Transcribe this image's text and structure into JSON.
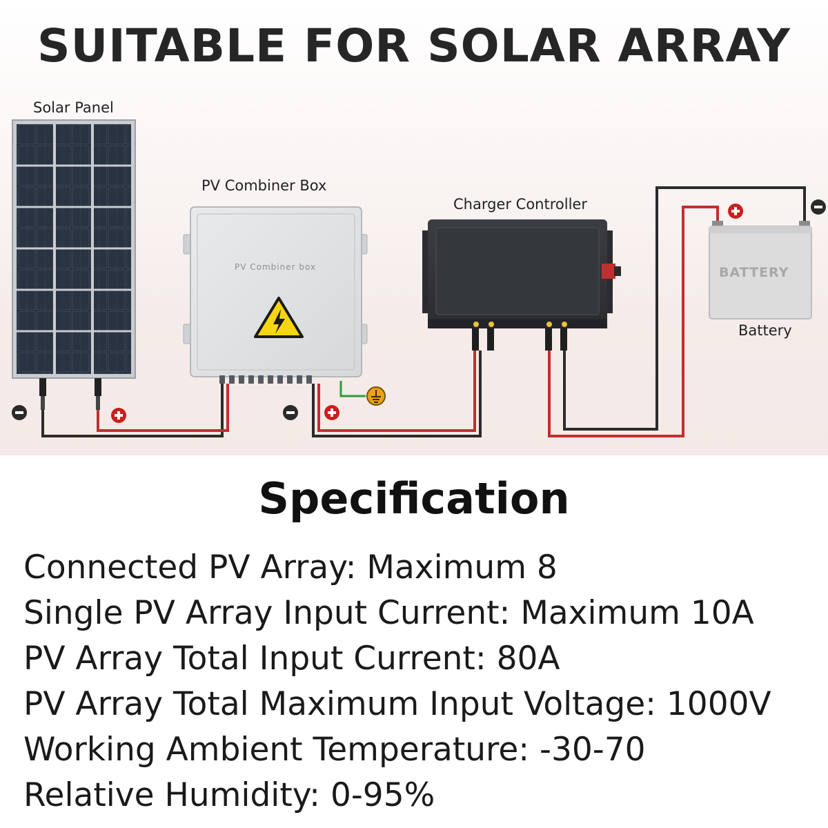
{
  "headline": "SUITABLE FOR SOLAR ARRAY",
  "diagram": {
    "solar_panel_label": "Solar Panel",
    "combiner_label": "PV Combiner Box",
    "combiner_box_text": "PV Combiner box",
    "controller_label": "Charger Controller",
    "battery_box_text": "BATTERY",
    "battery_label": "Battery",
    "colors": {
      "positive_wire": "#c0302e",
      "negative_wire": "#2b2b2b",
      "ground_wire": "#2e9b3c",
      "ground_symbol": "#e8a21a"
    }
  },
  "spec": {
    "title": "Specification",
    "items": [
      "Connected PV Array: Maximum 8",
      "Single PV Array Input Current: Maximum 10A",
      "PV Array Total Input Current: 80A",
      "PV Array Total Maximum Input Voltage: 1000V",
      "Working Ambient Temperature: -30-70",
      "Relative Humidity: 0-95%"
    ]
  }
}
